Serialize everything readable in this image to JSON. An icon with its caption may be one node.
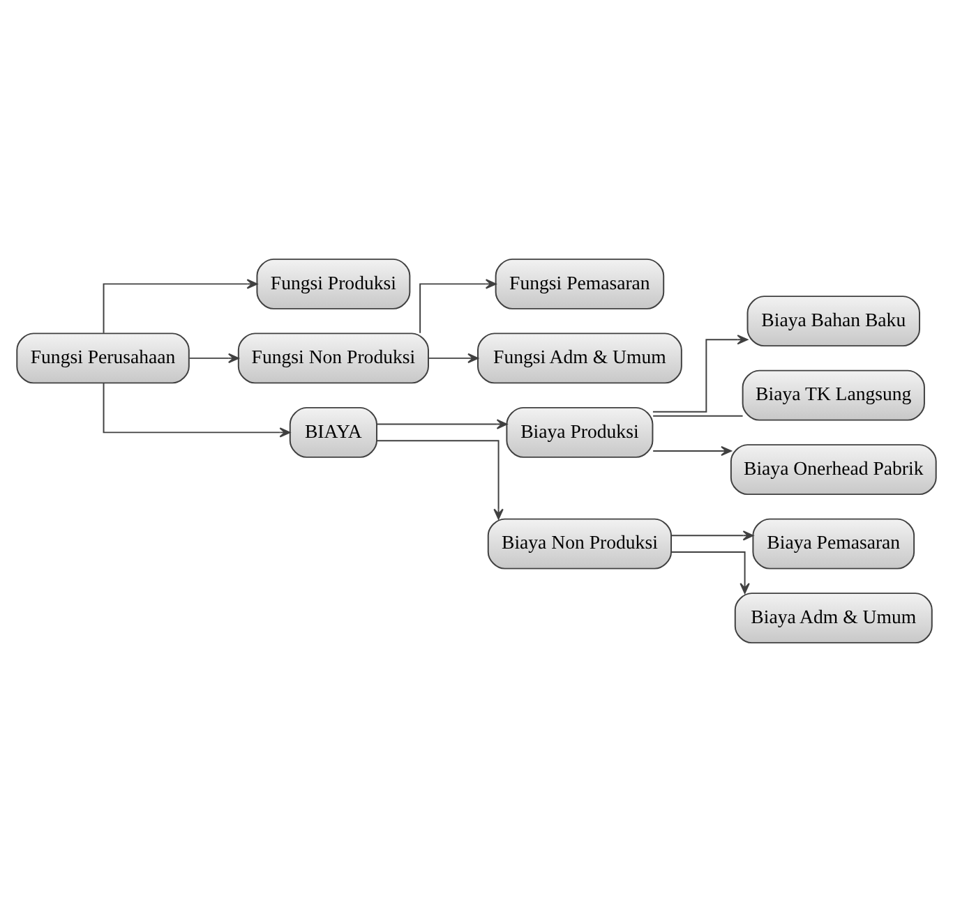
{
  "diagram": {
    "nodes": [
      {
        "text": [
          "Fungsi Perusahaan"
        ]
      },
      {
        "text": [
          "Fungsi Produksi"
        ]
      },
      {
        "text": [
          "Fungsi Non Produksi"
        ]
      },
      {
        "text": [
          "Fungsi Pemasaran"
        ]
      },
      {
        "text": [
          "Fungsi Adm & Umum"
        ]
      },
      {
        "text": [
          "BIAYA"
        ]
      },
      {
        "text": [
          "Biaya Produksi"
        ]
      },
      {
        "text": [
          "Biaya Non Produksi"
        ]
      },
      {
        "text": [
          "Biaya Bahan Baku"
        ]
      },
      {
        "text": [
          "Biaya TK Langsung"
        ]
      },
      {
        "text": [
          "Biaya Onerhead Pabrik"
        ]
      },
      {
        "text": [
          "Biaya Pemasaran"
        ]
      },
      {
        "text": [
          "Biaya Adm & Umum"
        ]
      }
    ],
    "edges": [
      {
        "from": 0,
        "to": 1,
        "arrow": "to"
      },
      {
        "from": 0,
        "to": 2,
        "arrow": "to"
      },
      {
        "from": 2,
        "to": 3,
        "arrow": "to"
      },
      {
        "from": 2,
        "to": 4,
        "arrow": "to"
      },
      {
        "from": 0,
        "to": 5,
        "arrow": "to"
      },
      {
        "from": 5,
        "to": 6,
        "arrow": "to"
      },
      {
        "from": 5,
        "to": 7,
        "arrow": "to"
      },
      {
        "from": 6,
        "to": 8,
        "arrow": "to"
      },
      {
        "from": 6,
        "to": 9,
        "arrow": "none"
      },
      {
        "from": 6,
        "to": 10,
        "arrow": "to"
      },
      {
        "from": 7,
        "to": 11,
        "arrow": "to"
      },
      {
        "from": 7,
        "to": 12,
        "arrow": "to"
      }
    ]
  }
}
